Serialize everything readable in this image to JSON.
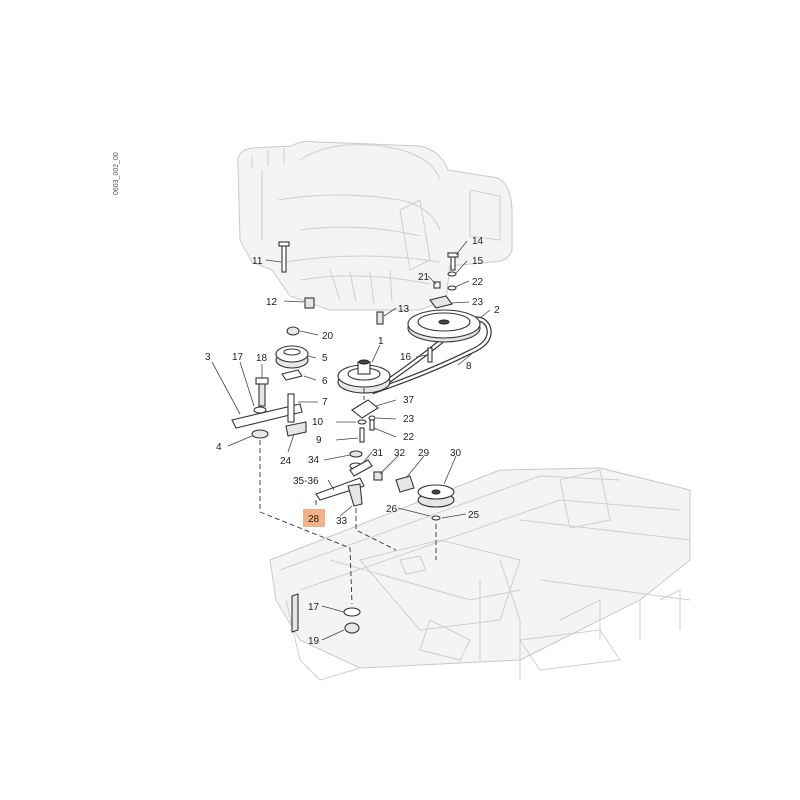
{
  "drawing_code": "0603_002_00",
  "highlight_color": "#f4b183",
  "labels": [
    {
      "id": "lbl-11",
      "text": "11"
    },
    {
      "id": "lbl-12",
      "text": "12"
    },
    {
      "id": "lbl-13",
      "text": "13"
    },
    {
      "id": "lbl-14",
      "text": "14"
    },
    {
      "id": "lbl-15",
      "text": "15"
    },
    {
      "id": "lbl-21",
      "text": "21"
    },
    {
      "id": "lbl-22a",
      "text": "22"
    },
    {
      "id": "lbl-23a",
      "text": "23"
    },
    {
      "id": "lbl-2",
      "text": "2"
    },
    {
      "id": "lbl-20",
      "text": "20"
    },
    {
      "id": "lbl-1",
      "text": "1"
    },
    {
      "id": "lbl-16",
      "text": "16"
    },
    {
      "id": "lbl-8",
      "text": "8"
    },
    {
      "id": "lbl-3",
      "text": "3"
    },
    {
      "id": "lbl-17a",
      "text": "17"
    },
    {
      "id": "lbl-18",
      "text": "18"
    },
    {
      "id": "lbl-5",
      "text": "5"
    },
    {
      "id": "lbl-6",
      "text": "6"
    },
    {
      "id": "lbl-7",
      "text": "7"
    },
    {
      "id": "lbl-37",
      "text": "37"
    },
    {
      "id": "lbl-10",
      "text": "10"
    },
    {
      "id": "lbl-23b",
      "text": "23"
    },
    {
      "id": "lbl-9",
      "text": "9"
    },
    {
      "id": "lbl-22b",
      "text": "22"
    },
    {
      "id": "lbl-4",
      "text": "4"
    },
    {
      "id": "lbl-24",
      "text": "24"
    },
    {
      "id": "lbl-34",
      "text": "34"
    },
    {
      "id": "lbl-31",
      "text": "31"
    },
    {
      "id": "lbl-32",
      "text": "32"
    },
    {
      "id": "lbl-29",
      "text": "29"
    },
    {
      "id": "lbl-30",
      "text": "30"
    },
    {
      "id": "lbl-35-36",
      "text": "35-36"
    },
    {
      "id": "lbl-28",
      "text": "28"
    },
    {
      "id": "lbl-33",
      "text": "33"
    },
    {
      "id": "lbl-26",
      "text": "26"
    },
    {
      "id": "lbl-25",
      "text": "25"
    },
    {
      "id": "lbl-17b",
      "text": "17"
    },
    {
      "id": "lbl-19",
      "text": "19"
    }
  ]
}
